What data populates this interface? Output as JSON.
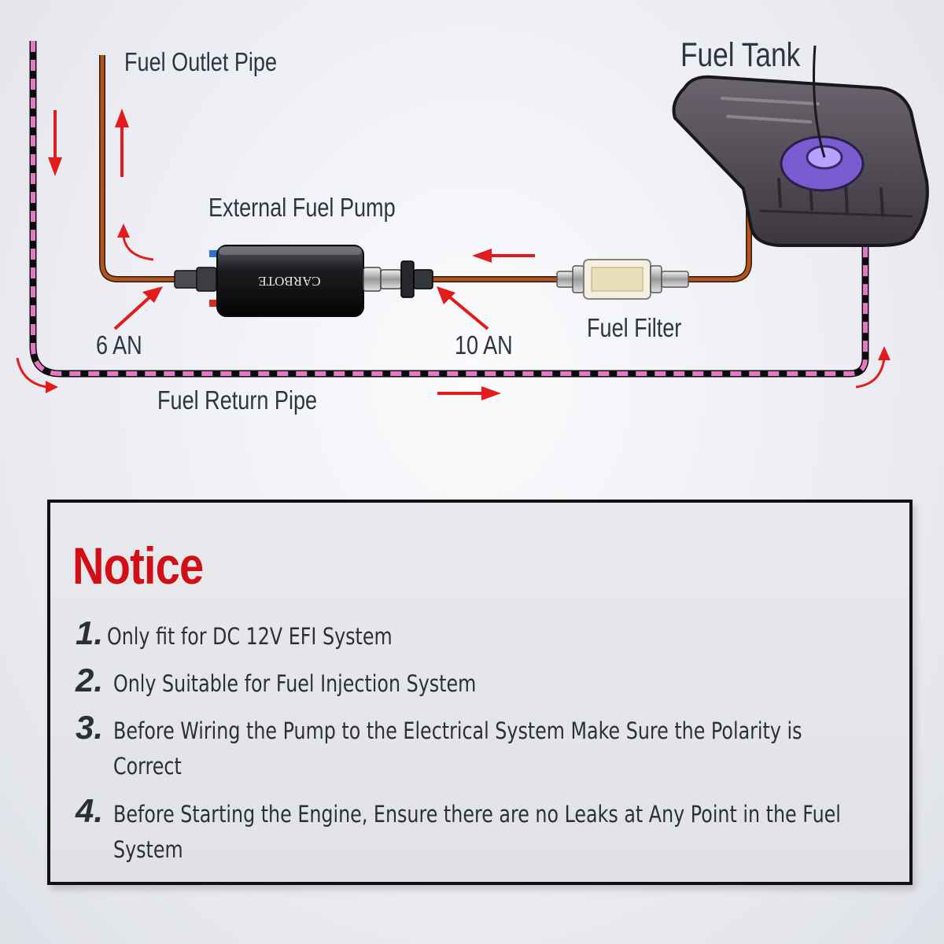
{
  "labels": {
    "fuel_outlet_pipe": "Fuel Outlet Pipe",
    "fuel_tank": "Fuel Tank",
    "external_fuel_pump": "External Fuel Pump",
    "an6": "6 AN",
    "an10": "10 AN",
    "fuel_filter": "Fuel Filter",
    "fuel_return_pipe": "Fuel Return Pipe"
  },
  "pump_brand": "CARBOTE",
  "notice": {
    "title": "Notice",
    "items": [
      {
        "num": "1.",
        "text": "Only fit for DC 12V EFI System"
      },
      {
        "num": "2.",
        "text": "Only Suitable for Fuel Injection System"
      },
      {
        "num": "3.",
        "text": "Before Wiring the Pump to the Electrical System Make Sure the Polarity is Correct"
      },
      {
        "num": "4.",
        "text": "Before Starting the Engine, Ensure there are no Leaks at Any Point in the Fuel System"
      }
    ]
  },
  "colors": {
    "pipe_outlet": "#b5541a",
    "return_dash": "#e279c5",
    "arrow": "#e21b1b",
    "notice_title": "#d10f19",
    "tank_body": "#5c5660",
    "tank_cap": "#7a5bd0"
  }
}
